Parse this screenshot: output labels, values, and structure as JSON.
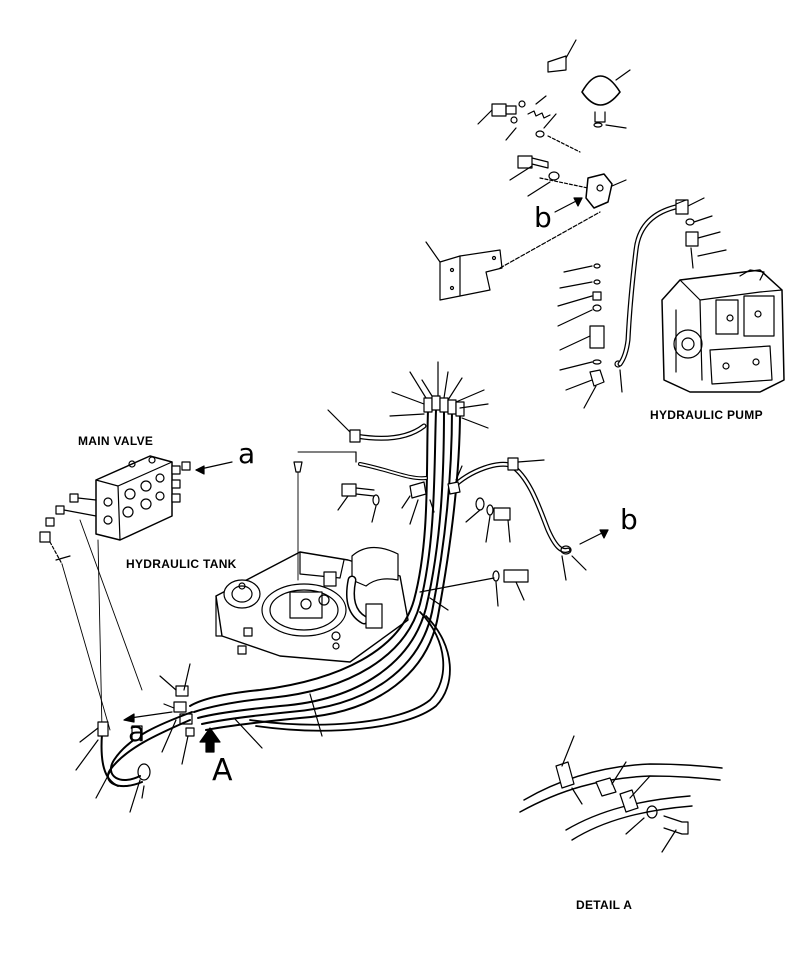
{
  "labels": {
    "main_valve": "MAIN VALVE",
    "hydraulic_tank": "HYDRAULIC TANK",
    "hydraulic_pump": "HYDRAULIC PUMP",
    "detail_a": "DETAIL A"
  },
  "refs": {
    "a_top": "a",
    "a_bottom": "a",
    "b_top": "b",
    "b_right": "b",
    "view_a": "A"
  }
}
